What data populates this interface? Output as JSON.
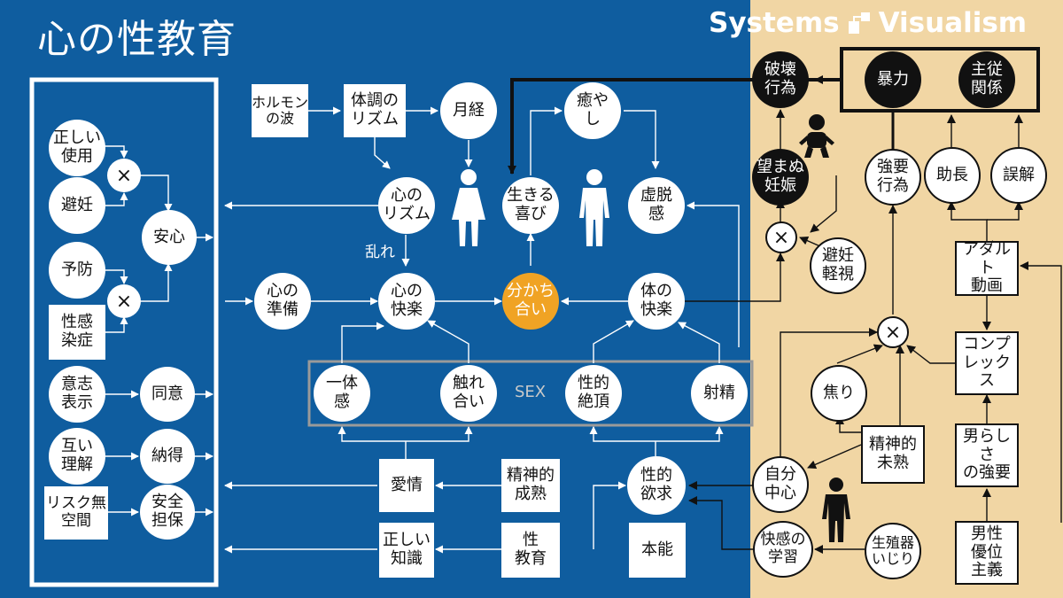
{
  "header": {
    "title": "心の性教育",
    "brand_left": "Systems",
    "brand_right": "Visualism"
  },
  "labels": {
    "sex": "SEX",
    "ran": "乱れ",
    "cross": "×"
  },
  "nodes": {
    "tadashii_shiyou": "正しい\n使用",
    "hinin": "避妊",
    "yobou": "予防",
    "seikanssen": "性感\n染症",
    "anshin": "安心",
    "ishi": "意志\n表示",
    "doui": "同意",
    "tagai": "互い\n理解",
    "nattoku": "納得",
    "risk": "リスク無\n空間",
    "anzen": "安全\n担保",
    "hormone": "ホルモン\nの波",
    "taichou": "体調の\nリズム",
    "gekkei": "月経",
    "iyashi": "癒や\nし",
    "kokoro_rhythm": "心の\nリズム",
    "ikiru": "生きる\n喜び",
    "kyodatsu": "虚脱\n感",
    "kokoro_junbi": "心の\n準備",
    "kokoro_kairaku": "心の\n快楽",
    "wakachi": "分かち\n合い",
    "karada_kairaku": "体の\n快楽",
    "ittai": "一体\n感",
    "fureai": "触れ\n合い",
    "zecchou": "性的\n絶頂",
    "shasei": "射精",
    "aijou": "愛情",
    "seishin_seijuku": "精神的\n成熟",
    "seiteki_yokkyu": "性的\n欲求",
    "tadashii_chishiki": "正しい\n知識",
    "sei_kyouiku": "性\n教育",
    "honnou": "本能",
    "hakai": "破壊\n行為",
    "bouryoku": "暴力",
    "shuju": "主従\n関係",
    "nozomanu": "望まぬ\n妊娠",
    "kyouyou": "強要\n行為",
    "jochou": "助長",
    "gokai": "誤解",
    "hinin_keishi": "避妊\n軽視",
    "adult": "アダルト\n動画",
    "aseri": "焦り",
    "complex": "コンプ\nレックス",
    "seishin_mijuku": "精神的\n未熟",
    "otokorashisa": "男らしさ\nの強要",
    "jibun": "自分\n中心",
    "kaikan": "快感の\n学習",
    "seishokuki": "生殖器\nいじり",
    "dansei": "男性\n優位\n主義"
  },
  "colors": {
    "blue_bg": "#0f5d9f",
    "tan_bg": "#f1d6a4",
    "accent": "#f0a324",
    "line_blue": "#ffffff",
    "line_tan": "#111111",
    "sex_box": "#9a9a9a"
  },
  "icons": [
    "person-female-icon",
    "person-male-icon",
    "baby-icon",
    "person-child-icon",
    "logo-mark-icon"
  ]
}
